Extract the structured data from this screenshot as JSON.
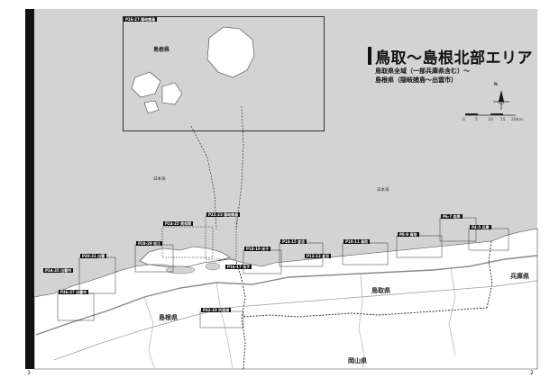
{
  "title": "鳥取～島根北部エリア",
  "subtitle_lines": [
    "鳥取県全域（一部兵庫県含む）～",
    "島根県（隠岐諸島～出雲市）"
  ],
  "page_numbers": {
    "left": "3",
    "right": "2"
  },
  "inset_label": "P26-27 隠岐諸島",
  "inset_pref_label": "島根県",
  "prefecture_labels": {
    "shimane": "島根県",
    "tottori": "鳥取県",
    "hyogo": "兵庫県",
    "okayama": "岡山県"
  },
  "sea_labels": [
    "日本海",
    "日本海"
  ],
  "compass_label": "N",
  "scale_ticks": [
    "0",
    "5",
    "10",
    "15",
    "20km"
  ],
  "page_tags": [
    {
      "id": "p22",
      "label": "P22-23 隠岐諸島"
    },
    {
      "id": "p24",
      "label": "P24-25 美保関"
    },
    {
      "id": "p28",
      "label": "P28-29 松江"
    },
    {
      "id": "p30",
      "label": "P30-31 出雲"
    },
    {
      "id": "p34",
      "label": "P34-35 出雲市"
    },
    {
      "id": "p36",
      "label": "P36-37 出雲市"
    },
    {
      "id": "p18",
      "label": "P18-19 米子"
    },
    {
      "id": "p16",
      "label": "P16-17 米子"
    },
    {
      "id": "p14",
      "label": "P14-15 倉吉"
    },
    {
      "id": "p12",
      "label": "P12-13 倉吉"
    },
    {
      "id": "p10",
      "label": "P10-11 鳥取"
    },
    {
      "id": "p8",
      "label": "P8-9 鳥取"
    },
    {
      "id": "p6",
      "label": "P6-7 岩美"
    },
    {
      "id": "p4",
      "label": "P4-5 兵庫"
    },
    {
      "id": "p32",
      "label": "P32-33 宍道湖"
    }
  ],
  "colors": {
    "sea": "#d3d3d3",
    "land": "#ffffff",
    "border": "#333333",
    "tag": "#111111"
  }
}
